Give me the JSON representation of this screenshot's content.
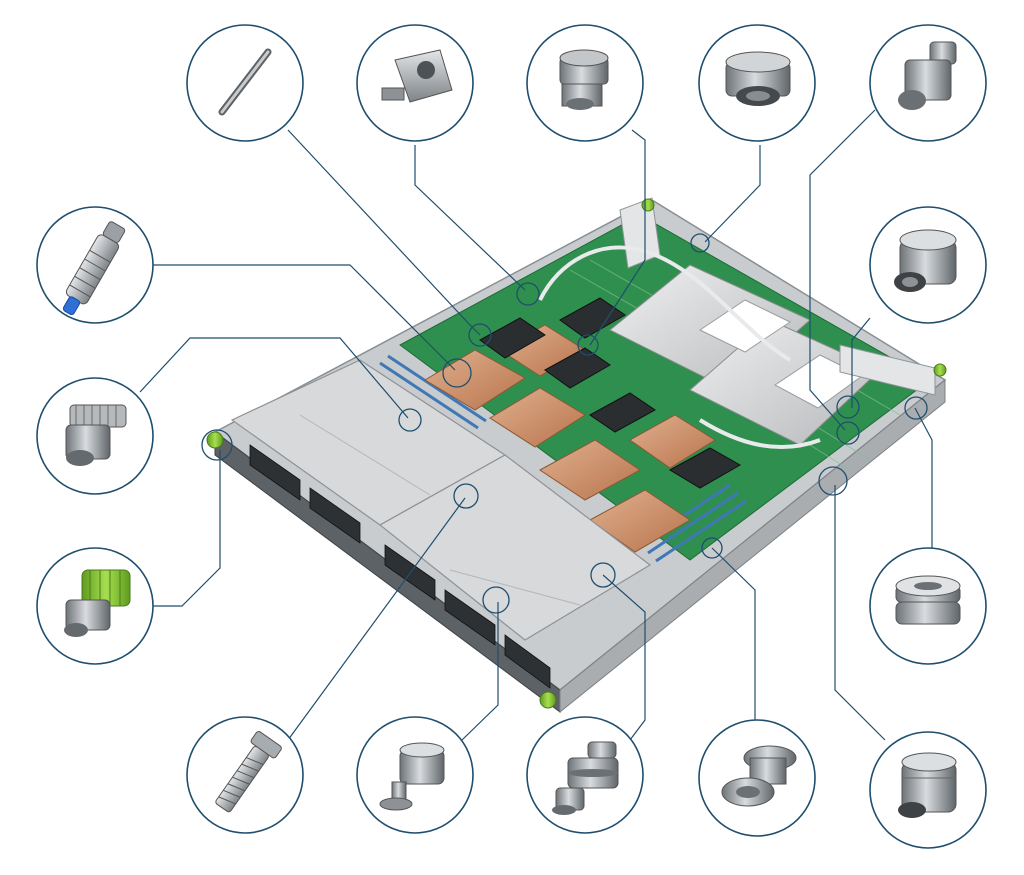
{
  "diagram": {
    "subject": "server-chassis-fastener-locations",
    "colors": {
      "line": "#1f4e6e",
      "chassis_light": "#d9dbdd",
      "chassis_mid": "#bfc2c5",
      "chassis_dark": "#8e9296",
      "pcb_green": "#2f8f4e",
      "copper": "#c98d66",
      "dimm_blue": "#3f78b5",
      "accent_green": "#8dc63f",
      "metal": "#9aa0a6"
    },
    "callouts": [
      {
        "id": "pin",
        "icon": "long-pin-icon"
      },
      {
        "id": "latch-block",
        "icon": "latch-block-icon"
      },
      {
        "id": "captive-nut-a",
        "icon": "captive-nut-icon"
      },
      {
        "id": "flush-nut",
        "icon": "flush-nut-icon"
      },
      {
        "id": "stepped-stud",
        "icon": "stepped-stud-icon"
      },
      {
        "id": "threaded-spacer",
        "icon": "threaded-spacer-icon"
      },
      {
        "id": "knurled-insert",
        "icon": "knurled-insert-icon"
      },
      {
        "id": "thumb-screw-green",
        "icon": "green-thumb-screw-icon"
      },
      {
        "id": "press-nut",
        "icon": "press-nut-icon"
      },
      {
        "id": "standoff-nut",
        "icon": "standoff-nut-icon"
      },
      {
        "id": "threaded-screw",
        "icon": "threaded-screw-icon"
      },
      {
        "id": "plunger-pin",
        "icon": "plunger-pin-icon"
      },
      {
        "id": "spring-plunger",
        "icon": "spring-plunger-icon"
      },
      {
        "id": "spool-fastener",
        "icon": "spool-fastener-icon"
      },
      {
        "id": "round-nut",
        "icon": "round-nut-icon"
      }
    ]
  }
}
